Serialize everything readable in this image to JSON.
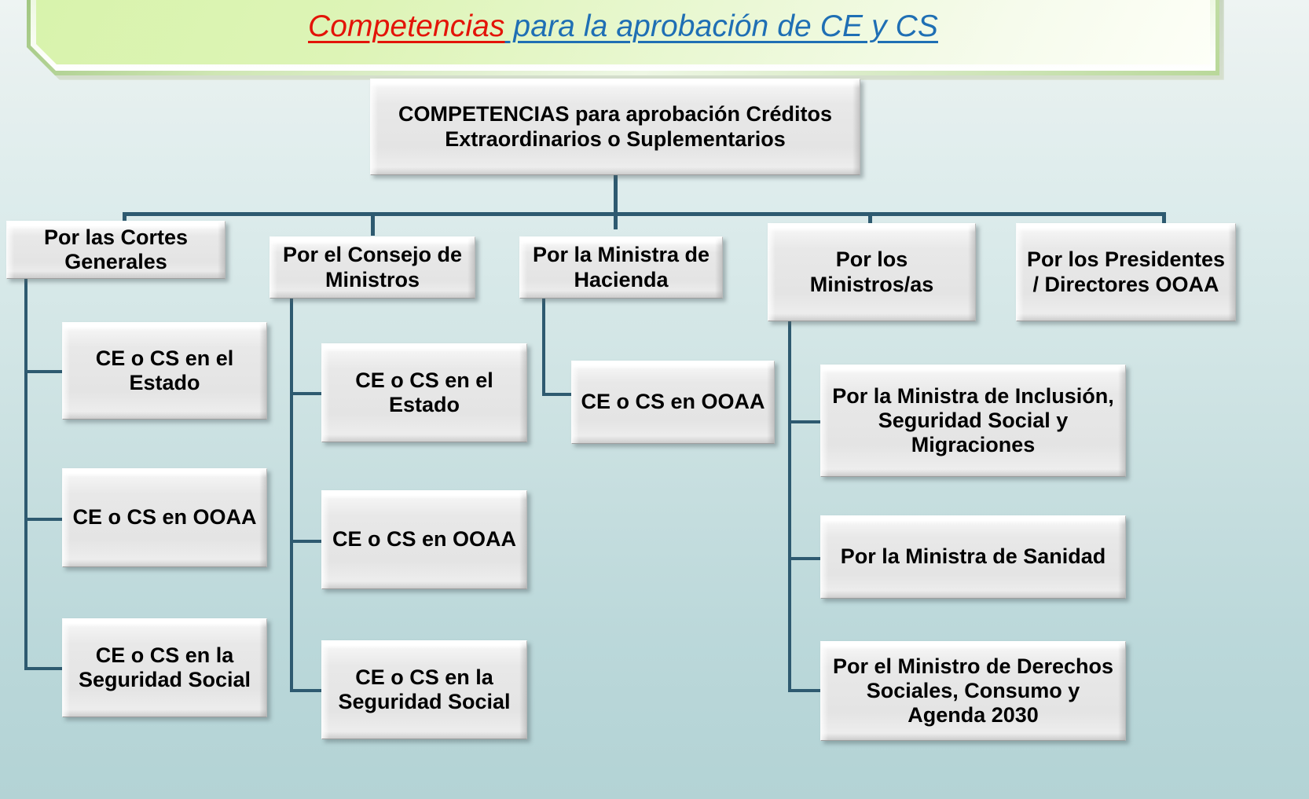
{
  "banner": {
    "title_part_red": "Competencias",
    "title_part_blue": " para la aprobación de CE y CS",
    "accent_red": "#e31408",
    "accent_blue": "#1f6fb4"
  },
  "diagram": {
    "connector_color": "#2e5a70",
    "root": {
      "label": "COMPETENCIAS para aprobación Créditos Extraordinarios o Suplementarios"
    },
    "branches": [
      {
        "label": "Por las Cortes Generales",
        "children": [
          {
            "label": "CE o CS en el Estado"
          },
          {
            "label": "CE o CS en OOAA"
          },
          {
            "label": "CE o CS en la Seguridad Social"
          }
        ]
      },
      {
        "label": "Por el Consejo de Ministros",
        "children": [
          {
            "label": "CE o CS en el Estado"
          },
          {
            "label": "CE o CS en OOAA"
          },
          {
            "label": "CE o CS en la Seguridad Social"
          }
        ]
      },
      {
        "label": "Por la Ministra de Hacienda",
        "children": [
          {
            "label": "CE o CS en OOAA"
          }
        ]
      },
      {
        "label": "Por los Ministros/as",
        "children": [
          {
            "label": "Por la Ministra de Inclusión, Seguridad Social y Migraciones"
          },
          {
            "label": "Por la Ministra de Sanidad"
          },
          {
            "label": "Por el Ministro de Derechos Sociales, Consumo y Agenda 2030"
          }
        ]
      },
      {
        "label": "Por los Presidentes / Directores OOAA",
        "children": []
      }
    ]
  }
}
